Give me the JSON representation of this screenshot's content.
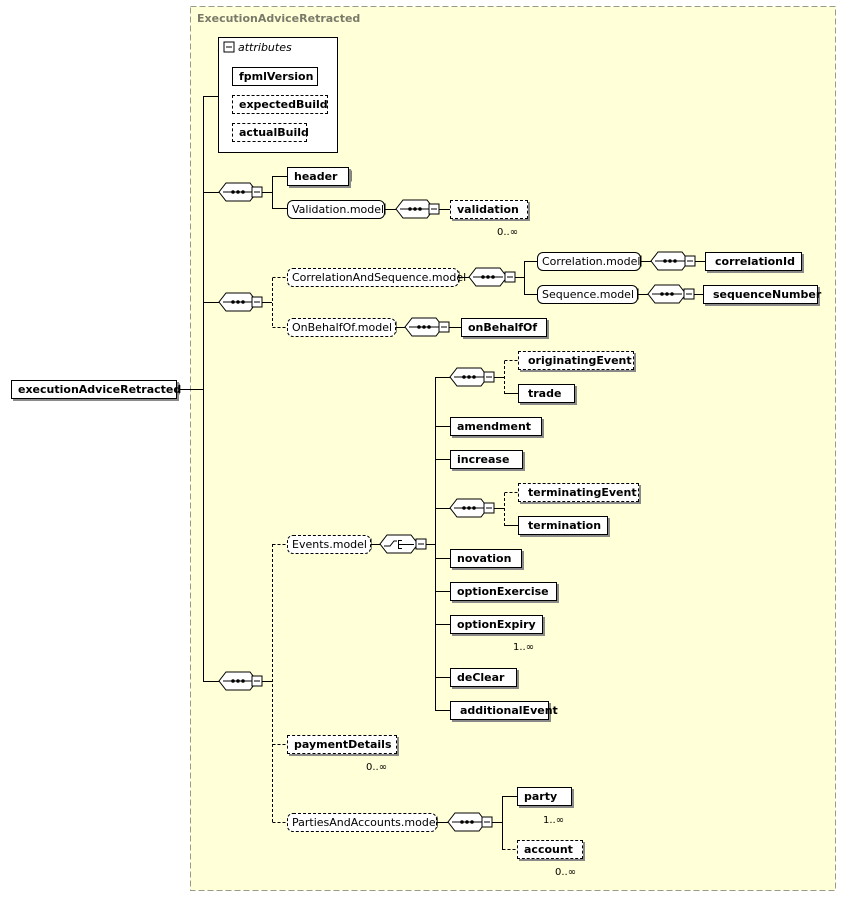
{
  "title": "ExecutionAdviceRetracted",
  "root": "executionAdviceRetracted",
  "attributes": {
    "label": "attributes",
    "items": [
      "fpmlVersion",
      "expectedBuild",
      "actualBuild"
    ]
  },
  "group1": {
    "header": "header",
    "validation_model": "Validation.model",
    "validation": "validation",
    "validation_mult": "0..∞"
  },
  "group2": {
    "corr_seq_model": "CorrelationAndSequence.model",
    "correlation_model": "Correlation.model",
    "correlation_id": "correlationId",
    "sequence_model": "Sequence.model",
    "sequence_number": "sequenceNumber",
    "on_behalf_of_model": "OnBehalfOf.model",
    "on_behalf_of": "onBehalfOf"
  },
  "group3": {
    "events_model": "Events.model",
    "originating_event": "originatingEvent",
    "trade": "trade",
    "amendment": "amendment",
    "increase": "increase",
    "terminating_event": "terminatingEvent",
    "termination": "termination",
    "novation": "novation",
    "option_exercise": "optionExercise",
    "option_expiry": "optionExpiry",
    "option_expiry_mult": "1..∞",
    "de_clear": "deClear",
    "additional_event": "additionalEvent",
    "payment_details": "paymentDetails",
    "payment_details_mult": "0..∞",
    "parties_model": "PartiesAndAccounts.model",
    "party": "party",
    "party_mult": "1..∞",
    "account": "account",
    "account_mult": "0..∞"
  },
  "colors": {
    "panel_bg": "#ffffd8",
    "panel_border": "#9a9a8a",
    "title_text": "#7a7a6a",
    "box_shadow": "#8a8a8a"
  },
  "icons": [
    "expand-plus-icon",
    "collapse-minus-icon",
    "sequence-compositor-icon",
    "choice-compositor-icon",
    "documentation-icon",
    "reference-arrow-icon"
  ]
}
